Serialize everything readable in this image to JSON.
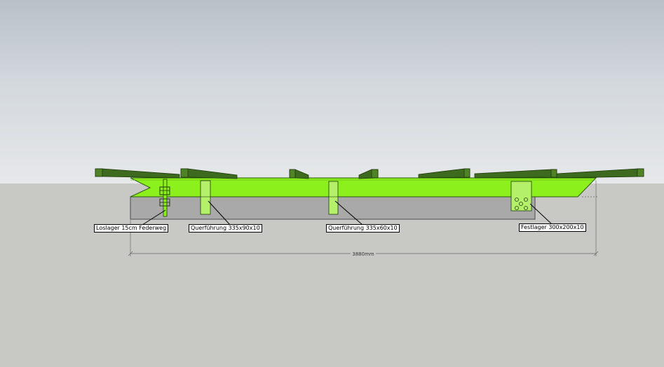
{
  "labels": {
    "loslager": "Loslager 15cm Federweg",
    "querfuehrung_1": "Querführung 335x90x10",
    "querfuehrung_2": "Querführung 335x60x10",
    "festlager": "Festlager 300x200x10"
  },
  "dimension": {
    "overall_length": "3880mm"
  },
  "colors": {
    "frame_green": "#8cf01c",
    "crossbeam_green": "#3d6a1e",
    "base_grey": "#a9a9a9",
    "bearing_plate": "#b4f06a"
  }
}
